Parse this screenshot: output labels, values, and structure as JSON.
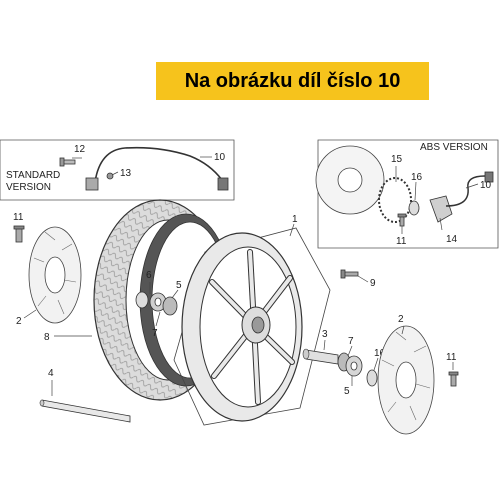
{
  "banner": {
    "text": "Na obrázku díl číslo 10"
  },
  "boxes": {
    "standard": {
      "line1": "STANDARD",
      "line2": "VERSION"
    },
    "abs": {
      "title": "ABS VERSION"
    }
  },
  "callouts": {
    "c1": "1",
    "c2_left": "2",
    "c2_right": "2",
    "c3": "3",
    "c4": "4",
    "c5_left": "5",
    "c5_right": "5",
    "c6": "6",
    "c7_left": "7",
    "c7_right": "7",
    "c8": "8",
    "c9": "9",
    "c10_std": "10",
    "c10_abs": "10",
    "c11_left": "11",
    "c11_abs": "11",
    "c11_right": "11",
    "c12": "12",
    "c13": "13",
    "c14": "14",
    "c15": "15",
    "c16_abs": "16",
    "c16_right": "16"
  },
  "colors": {
    "banner": "#f6c31c",
    "line": "#333333"
  }
}
